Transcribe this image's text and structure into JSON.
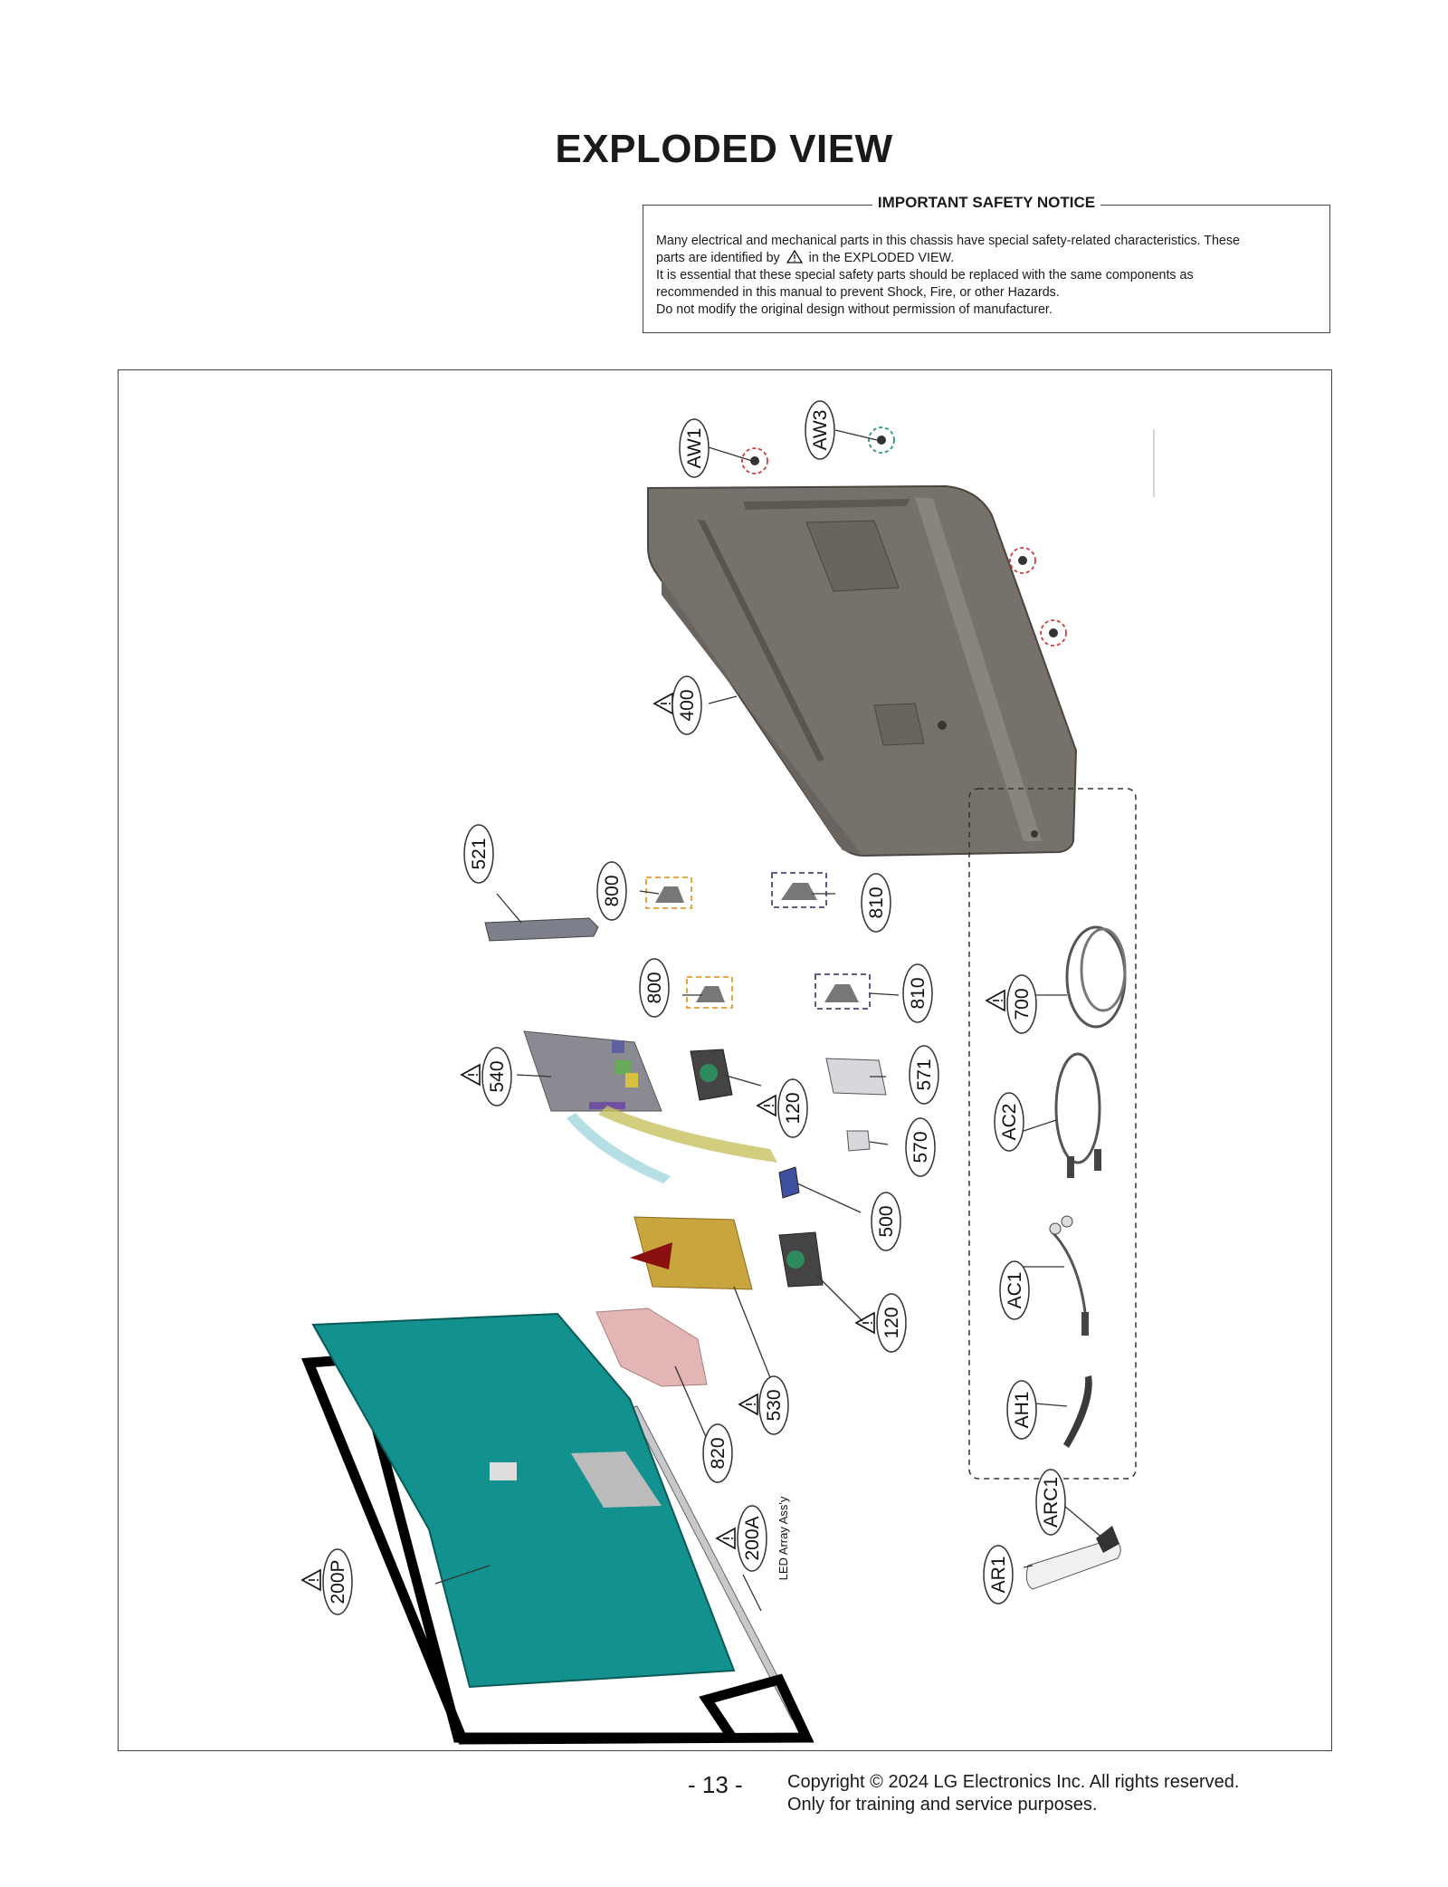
{
  "header": {
    "title": "EXPLODED VIEW"
  },
  "safety_notice": {
    "title": "IMPORTANT SAFETY NOTICE",
    "line1": "Many electrical and mechanical parts in this chassis have special safety-related characteristics. These",
    "line2a": "parts are identified by",
    "line2b": "in the EXPLODED VIEW.",
    "line3": "It is essential that these special safety parts should be replaced with the same components as",
    "line4": "recommended in this manual to prevent Shock, Fire, or other Hazards.",
    "line5": "Do not modify the original design without permission of manufacturer."
  },
  "parts": {
    "aw1": "AW1",
    "aw3": "AW3",
    "p400": "400",
    "p521": "521",
    "p800a": "800",
    "p810a": "810",
    "p800b": "800",
    "p810b": "810",
    "p540": "540",
    "p120a": "120",
    "p571": "571",
    "p570": "570",
    "p500": "500",
    "p120b": "120",
    "p530": "530",
    "p820": "820",
    "p200a": "200A",
    "led_note": "LED Array Ass'y",
    "p200p": "200P",
    "p700": "700",
    "ac2": "AC2",
    "ac1": "AC1",
    "ah1": "AH1",
    "arc1": "ARC1",
    "ar1": "AR1"
  },
  "footer": {
    "page": "- 13 -",
    "copyright": "Copyright © 2024 LG Electronics Inc. All rights reserved.",
    "note": "Only for training and service purposes."
  }
}
